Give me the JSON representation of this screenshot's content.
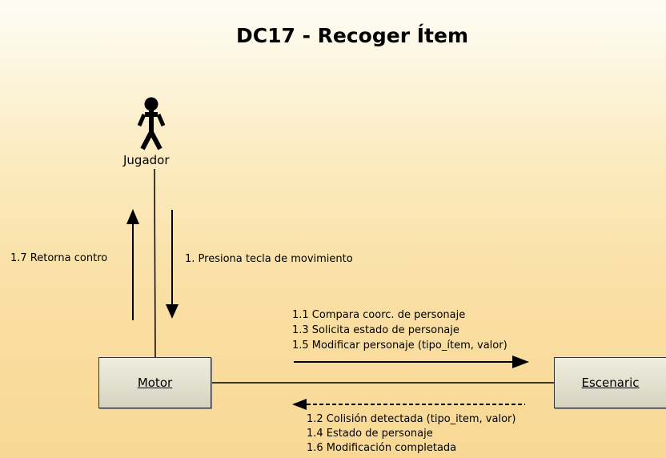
{
  "title": "DC17 - Recoger Ítem",
  "actor": {
    "label": "Jugador"
  },
  "objects": {
    "motor": "Motor",
    "escenario": "Escenaric"
  },
  "messages": {
    "up_label": "1.7 Retorna contro",
    "down_label": "1. Presiona tecla de movimiento",
    "forward": [
      "1.1 Compara coorc. de personaje",
      "1.3 Solicita estado de personaje",
      "1.5 Modificar personaje (tipo_ítem, valor)"
    ],
    "backward": [
      "1.2 Colisión detectada (tipo_item, valor)",
      "1.4 Estado de personaje",
      "1.6 Modificación completada"
    ]
  }
}
